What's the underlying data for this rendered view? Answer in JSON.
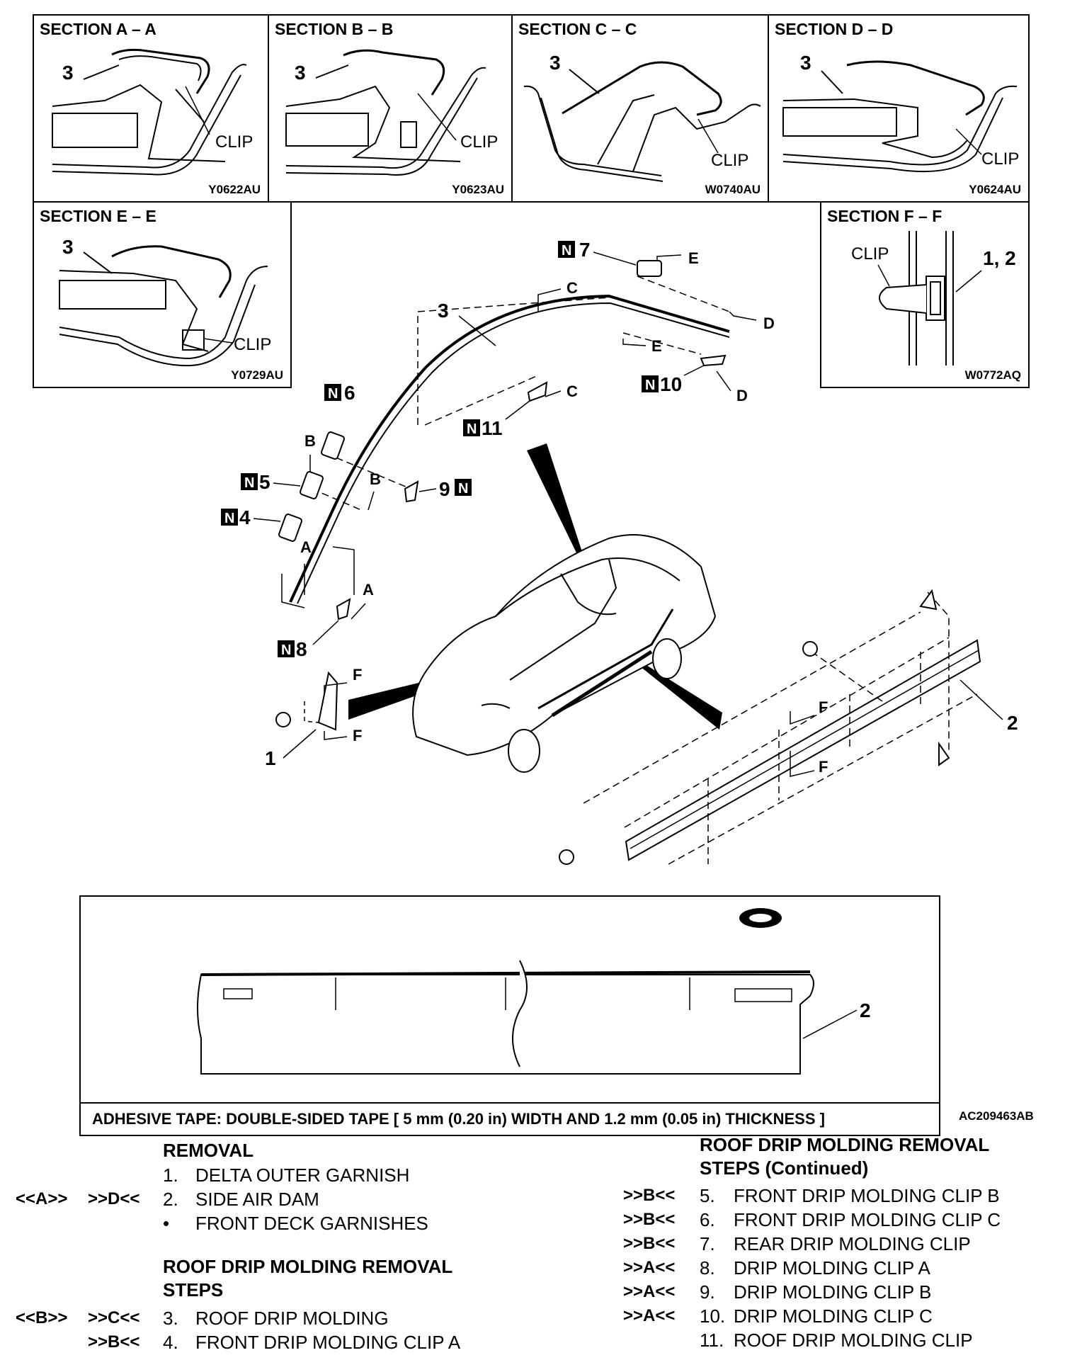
{
  "sections": [
    {
      "title": "SECTION A – A",
      "code": "Y0622AU",
      "part": "3",
      "clip": "CLIP"
    },
    {
      "title": "SECTION B – B",
      "code": "Y0623AU",
      "part": "3",
      "clip": "CLIP"
    },
    {
      "title": "SECTION C – C",
      "code": "W0740AU",
      "part": "3",
      "clip": "CLIP"
    },
    {
      "title": "SECTION D – D",
      "code": "Y0624AU",
      "part": "3",
      "clip": "CLIP"
    },
    {
      "title": "SECTION E – E",
      "code": "Y0729AU",
      "part": "3",
      "clip": "CLIP"
    },
    {
      "title": "SECTION F – F",
      "code": "W0772AQ",
      "part": "1, 2",
      "clip": "CLIP"
    }
  ],
  "callouts": {
    "n_badge": "N",
    "p1": "1",
    "p2": "2",
    "p3": "3",
    "p4": "4",
    "p5": "5",
    "p6": "6",
    "p7": "7",
    "p8": "8",
    "p9": "9",
    "p10": "10",
    "p11": "11",
    "sec_a": "A",
    "sec_b": "B",
    "sec_c": "C",
    "sec_d": "D",
    "sec_e": "E",
    "sec_f": "F"
  },
  "tape": {
    "caption": "ADHESIVE TAPE: DOUBLE-SIDED TAPE [ 5 mm (0.20 in) WIDTH AND 1.2 mm (0.05 in) THICKNESS ]",
    "part": "2"
  },
  "figure_id": "AC209463AB",
  "removal": {
    "heading": "REMOVAL",
    "items": [
      {
        "ref1": "",
        "ref2": "",
        "num": "1.",
        "text": "DELTA OUTER GARNISH"
      },
      {
        "ref1": "<<A>>",
        "ref2": ">>D<<",
        "num": "2.",
        "text": "SIDE AIR DAM"
      },
      {
        "ref1": "",
        "ref2": "",
        "num": "•",
        "text": "FRONT DECK GARNISHES"
      }
    ]
  },
  "roof": {
    "heading1": "ROOF DRIP MOLDING REMOVAL",
    "heading2": "STEPS",
    "items": [
      {
        "ref1": "<<B>>",
        "ref2": ">>C<<",
        "num": "3.",
        "text": "ROOF DRIP MOLDING"
      },
      {
        "ref1": "",
        "ref2": ">>B<<",
        "num": "4.",
        "text": "FRONT DRIP MOLDING CLIP A"
      }
    ]
  },
  "roof_cont": {
    "heading1": "ROOF DRIP MOLDING REMOVAL",
    "heading2": "STEPS (Continued)",
    "items": [
      {
        "ref": ">>B<<",
        "num": "5.",
        "text": "FRONT DRIP MOLDING CLIP B"
      },
      {
        "ref": ">>B<<",
        "num": "6.",
        "text": "FRONT DRIP MOLDING CLIP C"
      },
      {
        "ref": ">>B<<",
        "num": "7.",
        "text": "REAR DRIP MOLDING CLIP"
      },
      {
        "ref": ">>A<<",
        "num": "8.",
        "text": "DRIP MOLDING CLIP A"
      },
      {
        "ref": ">>A<<",
        "num": "9.",
        "text": "DRIP MOLDING CLIP B"
      },
      {
        "ref": ">>A<<",
        "num": "10.",
        "text": "DRIP MOLDING CLIP C"
      },
      {
        "ref": "",
        "num": "11.",
        "text": "ROOF DRIP MOLDING CLIP"
      }
    ]
  }
}
